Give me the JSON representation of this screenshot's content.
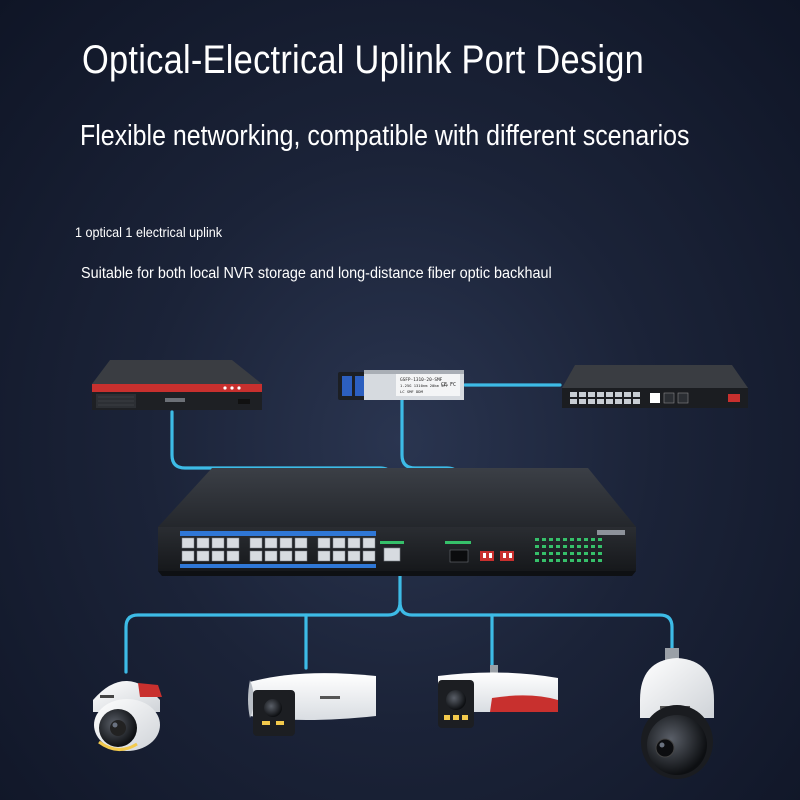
{
  "header": {
    "title": "Optical-Electrical Uplink Port Design",
    "subtitle": "Flexible networking, compatible with different scenarios"
  },
  "features": {
    "uplink_config": "1 optical 1 electrical uplink",
    "use_case": "Suitable for both local NVR storage and long-distance fiber optic backhaul"
  },
  "sfp_module": {
    "model": "GSFP-1310-20-SMF",
    "spec_line1": "1.25G 1310nm 20km SFP",
    "spec_line2": "LC SMF DDM",
    "marks": "CE FC"
  },
  "colors": {
    "cable": "#3dbbe6",
    "accent_red": "#c8302e",
    "port_blue": "#2f77d6",
    "led_green": "#36c06a"
  }
}
